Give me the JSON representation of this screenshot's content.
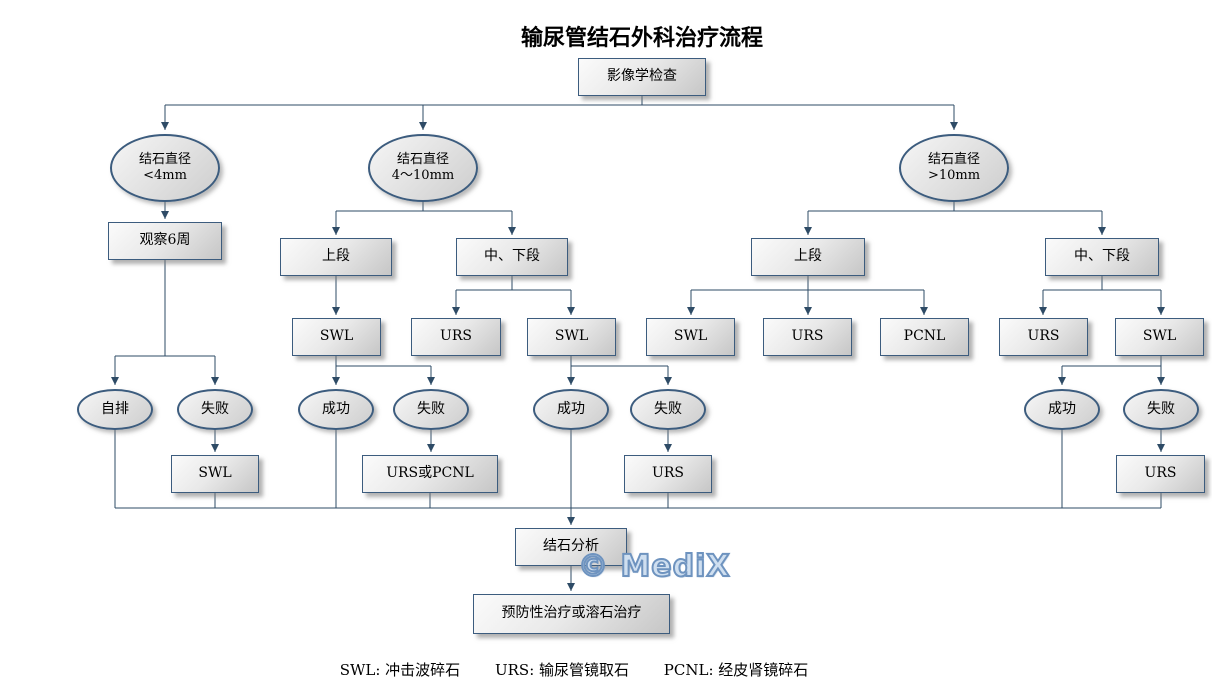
{
  "title": "输尿管结石外科治疗流程",
  "colors": {
    "background": "#ffffff",
    "connector_line": "#2e4b66",
    "node_border": "#3c5c7e",
    "node_fill_light": "#fbfbfb",
    "node_fill_dark": "#c6c6c6",
    "text": "#000000",
    "watermark_fill": "#cfdff0",
    "watermark_stroke": "#6e93bf"
  },
  "nodes": {
    "imaging": "影像学检查",
    "dia_small": {
      "line1": "结石直径",
      "line2": "<4mm"
    },
    "dia_mid": {
      "line1": "结石直径",
      "line2": "4～10mm"
    },
    "dia_large": {
      "line1": "结石直径",
      "line2": ">10mm"
    },
    "observe": "观察6周",
    "self_pass": "自排",
    "fail": "失败",
    "success": "成功",
    "upper": "上段",
    "mid_lower": "中、下段",
    "swl": "SWL",
    "urs": "URS",
    "pcnl": "PCNL",
    "urs_or_pcnl": "URS或PCNL",
    "stone_analysis": "结石分析",
    "prevention": "预防性治疗或溶石治疗"
  },
  "watermark": "© MediX",
  "legend": {
    "swl": "SWL: 冲击波碎石",
    "urs": "URS: 输尿管镜取石",
    "pcnl": "PCNL: 经皮肾镜碎石"
  }
}
